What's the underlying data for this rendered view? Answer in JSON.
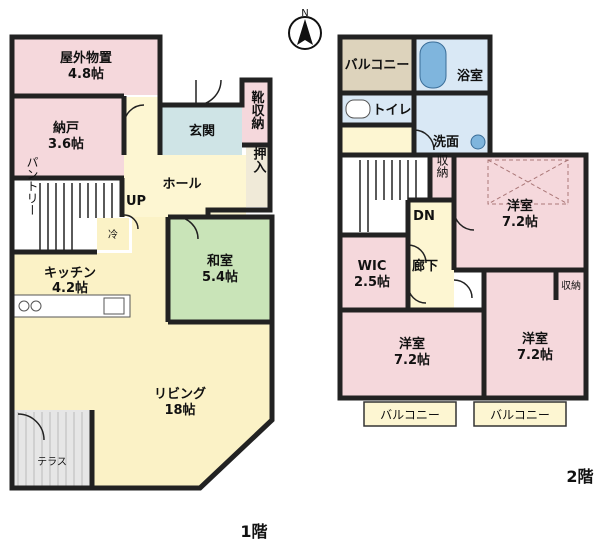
{
  "compass": {
    "north_label": "N"
  },
  "floor1": {
    "label": "1階",
    "rooms": {
      "outdoor_storage": {
        "name": "屋外物置",
        "size": "4.8帖"
      },
      "closet_storage": {
        "name": "納戸",
        "size": "3.6帖"
      },
      "shoe_storage": {
        "name": "靴収納"
      },
      "entrance": {
        "name": "玄関"
      },
      "push_in": {
        "name": "押入"
      },
      "hall": {
        "name": "ホール"
      },
      "up": {
        "name": "UP"
      },
      "pantry": {
        "name": "パントリー"
      },
      "fridge": {
        "name": "冷"
      },
      "kitchen": {
        "name": "キッチン",
        "size": "4.2帖"
      },
      "japanese_room": {
        "name": "和室",
        "size": "5.4帖"
      },
      "living": {
        "name": "リビング",
        "size": "18帖"
      },
      "terrace": {
        "name": "テラス"
      }
    }
  },
  "floor2": {
    "label": "2階",
    "rooms": {
      "balcony_top": {
        "name": "バルコニー"
      },
      "bath": {
        "name": "浴室"
      },
      "toilet": {
        "name": "トイレ"
      },
      "washroom": {
        "name": "洗面"
      },
      "storage_stair": {
        "name": "収納"
      },
      "dn": {
        "name": "DN"
      },
      "western_a": {
        "name": "洋室",
        "size": "7.2帖"
      },
      "wic": {
        "name": "WIC",
        "size": "2.5帖"
      },
      "corridor": {
        "name": "廊下"
      },
      "storage_right": {
        "name": "収納"
      },
      "western_b": {
        "name": "洋室",
        "size": "7.2帖"
      },
      "western_c": {
        "name": "洋室",
        "size": "7.2帖"
      },
      "balcony_b1": {
        "name": "バルコニー"
      },
      "balcony_b2": {
        "name": "バルコニー"
      }
    }
  },
  "colors": {
    "pink": "#f5d8dc",
    "yellow": "#fbf2c6",
    "green": "#c9e4b8",
    "teal": "#cfe4e6",
    "khaki": "#ddd3bc",
    "blue": "#d9e8f5",
    "pale_yellow": "#fdf6d2",
    "gray": "#e6e6e6"
  }
}
